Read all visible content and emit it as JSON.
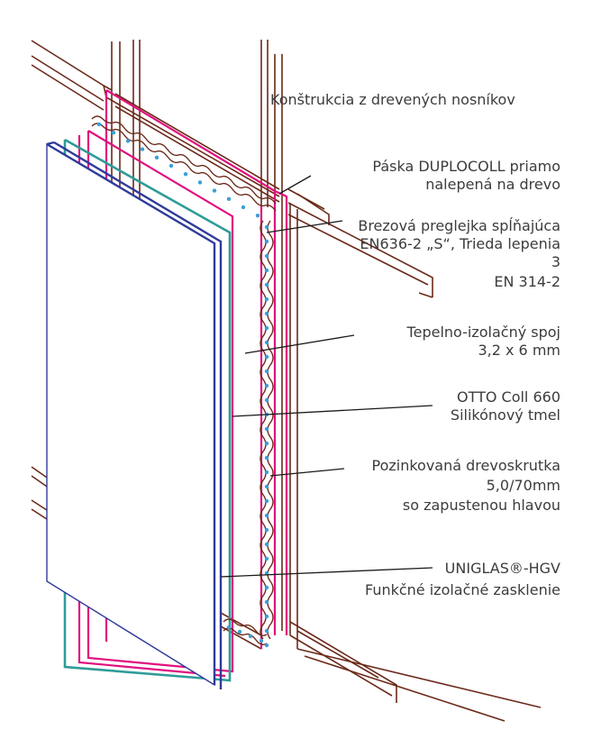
{
  "labels": {
    "construction": "Konštrukcia z drevených nosníkov",
    "tape_line1": "Páska DUPLOCOLL priamo",
    "tape_line2": "nalepená na drevo",
    "plywood_line1": "Brezová preglejka spĺňajúca",
    "plywood_line2": "EN636-2 „S“, Trieda lepenia",
    "plywood_line3": "3",
    "plywood_line4": "EN 314-2",
    "joint_line1": "Tepelno-izolačný spoj",
    "joint_line2": "3,2 x 6 mm",
    "sealant_line1": "OTTO Coll 660",
    "sealant_line2": "Silikónový tmel",
    "screw_line1": "Pozinkovaná drevoskrutka",
    "screw_line2": "5,0/70mm",
    "screw_line3": "so zapustenou hlavou",
    "glazing_line1": "UNIGLAS®-HGV",
    "glazing_line2": "Funkčné izolačné zasklenie"
  },
  "colors": {
    "wood": "#6b2a1a",
    "plywood": "#e0107e",
    "thermal_joint": "#2e9c98",
    "glazing": "#2f3b9a",
    "screws": "#3aa0d8",
    "text": "#3c3c3c"
  }
}
